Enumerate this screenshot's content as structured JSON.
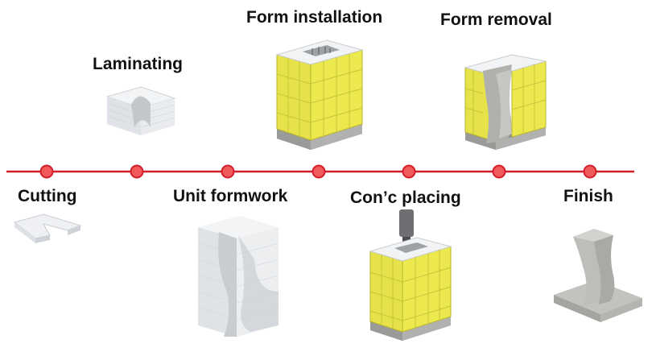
{
  "steps": [
    {
      "label": "Cutting"
    },
    {
      "label": "Laminating"
    },
    {
      "label": "Unit formwork"
    },
    {
      "label": "Form installation"
    },
    {
      "label": "Con’c placing"
    },
    {
      "label": "Form removal"
    },
    {
      "label": "Finish"
    }
  ],
  "colors": {
    "timeline": "#d21f2b",
    "node_fill": "#f05a5a",
    "formwork_panel": "#e6e34a",
    "foam": "#eef0f3",
    "concrete": "#b8b8b4",
    "base": "#9a9a98"
  }
}
